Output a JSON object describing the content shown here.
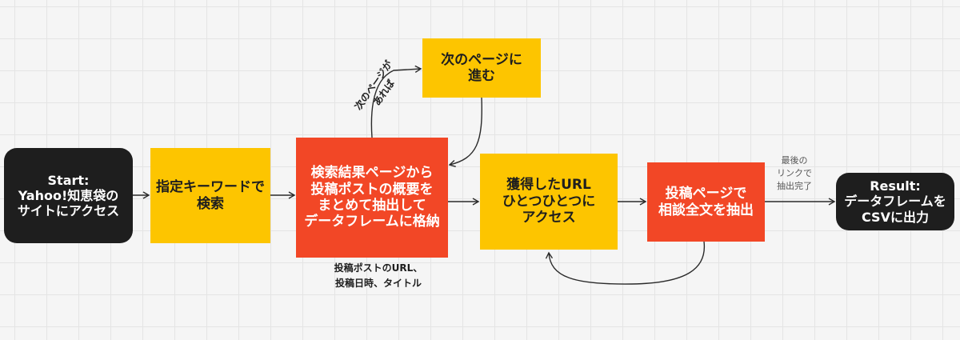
{
  "nodes": {
    "start": "Start:\nYahoo!知恵袋の\nサイトにアクセス",
    "search": "指定キーワードで\n検索",
    "extract": "検索結果ページから\n投稿ポストの概要を\nまとめて抽出して\nデータフレームに格納",
    "next_page": "次のページに\n進む",
    "access_urls": "獲得したURL\nひとつひとつに\nアクセス",
    "extract_full": "投稿ページで\n相談全文を抽出",
    "result": "Result:\nデータフレームを\nCSVに出力"
  },
  "labels": {
    "if_next_page": "次のページが\nあれば",
    "fields_note": "投稿ポストのURL、\n投稿日時、タイトル",
    "last_link_done": "最後の\nリンクで\n抽出完了"
  },
  "colors": {
    "yellow": "#fdc500",
    "orange": "#f24726",
    "dark": "#1e1e1e",
    "background": "#f5f5f5"
  }
}
